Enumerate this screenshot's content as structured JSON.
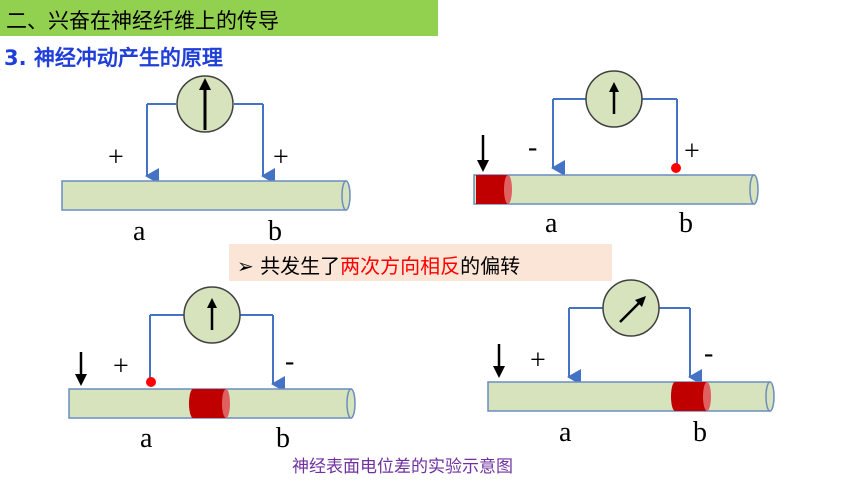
{
  "header": {
    "title": "二、兴奋在神经纤维上的传导"
  },
  "subtitle": "3. 神经冲动产生的原理",
  "note": {
    "bullet": "➢",
    "before": "共发生了",
    "highlight": "两次方向相反",
    "after": "的偏转"
  },
  "caption": "神经表面电位差的实验示意图",
  "colors": {
    "header_bg": "#92d050",
    "nerve_fill": "#d6e3bc",
    "nerve_stroke": "#6c8ebf",
    "meter_fill": "#d6e3bc",
    "excited_region": "#c00000",
    "note_bg": "#fbe5d6",
    "highlight": "#ff0000",
    "subtitle": "#1f3fd8",
    "caption": "#7030a0"
  },
  "panels": [
    {
      "id": "top-left",
      "sign_a": "+",
      "sign_b": "+",
      "label_a": "a",
      "label_b": "b",
      "needle": "up"
    },
    {
      "id": "top-right",
      "sign_a": "-",
      "sign_b": "+",
      "label_a": "a",
      "label_b": "b",
      "needle": "up"
    },
    {
      "id": "bottom-left",
      "sign_a": "+",
      "sign_b": "-",
      "label_a": "a",
      "label_b": "b",
      "needle": "up"
    },
    {
      "id": "bottom-right",
      "sign_a": "+",
      "sign_b": "-",
      "label_a": "a",
      "label_b": "b",
      "needle": "up-right"
    }
  ]
}
